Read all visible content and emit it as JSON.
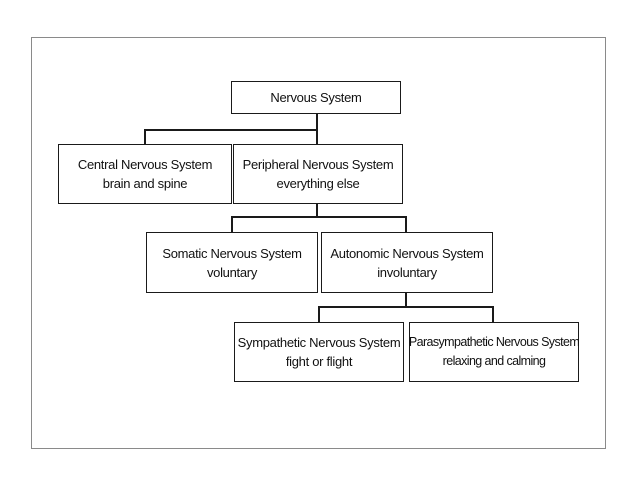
{
  "diagram": {
    "root": {
      "title": "Nervous System"
    },
    "cns": {
      "title": "Central Nervous System",
      "subtitle": "brain and spine"
    },
    "pns": {
      "title": "Peripheral Nervous System",
      "subtitle": "everything else"
    },
    "somatic": {
      "title": "Somatic Nervous System",
      "subtitle": "voluntary"
    },
    "autonomic": {
      "title": "Autonomic Nervous System",
      "subtitle": "involuntary"
    },
    "sympathetic": {
      "title": "Sympathetic Nervous System",
      "subtitle": "fight or flight"
    },
    "parasympathetic": {
      "title": "Parasympathetic Nervous System",
      "subtitle": "relaxing and calming"
    }
  }
}
